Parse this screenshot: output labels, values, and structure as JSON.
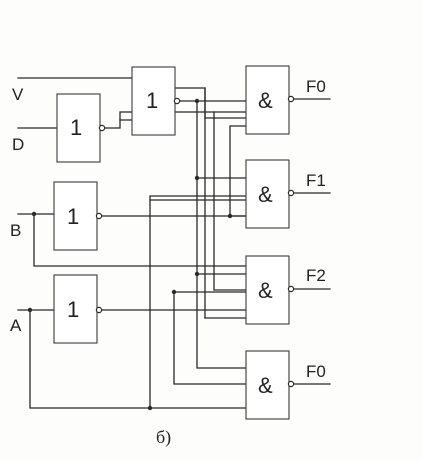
{
  "inputs": {
    "v": "V",
    "d": "D",
    "b": "B",
    "a": "A"
  },
  "gates": {
    "inv_d": "1",
    "or_vd": "1",
    "inv_b": "1",
    "inv_a": "1",
    "and_f0_top": "&",
    "and_f1": "&",
    "and_f2": "&",
    "and_f0_bottom": "&"
  },
  "outputs": {
    "f0_top": "F0",
    "f1": "F1",
    "f2": "F2",
    "f0_bottom": "F0"
  },
  "caption": "б)"
}
